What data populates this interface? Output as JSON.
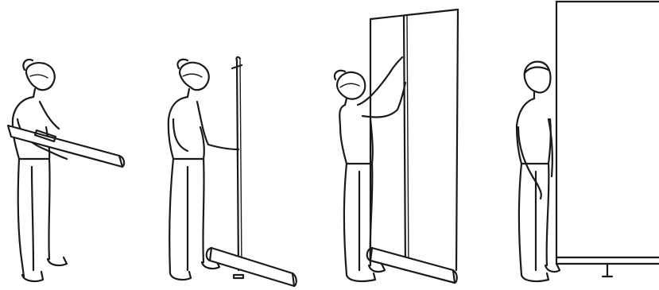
{
  "figure": {
    "background": "#ffffff",
    "ink": "#1a1a1a",
    "steps": [
      {
        "name": "step-carry-tube"
      },
      {
        "name": "step-insert-pole"
      },
      {
        "name": "step-pull-banner-up"
      },
      {
        "name": "step-standing-display"
      }
    ]
  }
}
